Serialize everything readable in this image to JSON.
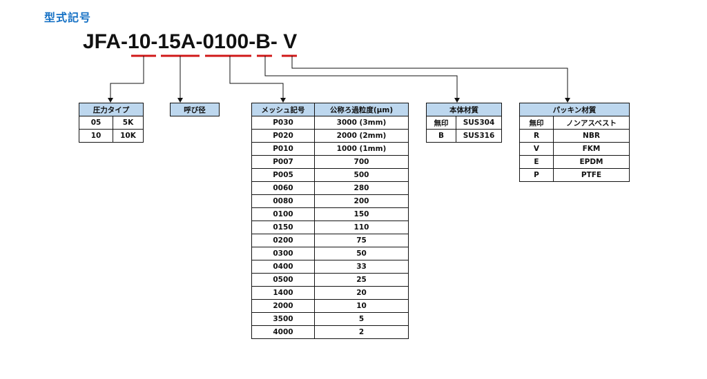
{
  "section_title": "型式記号",
  "model": {
    "parts": [
      "JFA",
      "-",
      "10",
      "-",
      "15A",
      "-",
      "0100",
      "-",
      "B",
      "-",
      " ",
      "V"
    ]
  },
  "pressure_table": {
    "header": "圧力タイプ",
    "rows": [
      [
        "05",
        "5K"
      ],
      [
        "10",
        "10K"
      ]
    ]
  },
  "nominal_table": {
    "header": "呼び径"
  },
  "mesh_table": {
    "headers": [
      "メッシュ記号",
      "公称ろ過粒度(μm)"
    ],
    "rows": [
      [
        "P030",
        "3000 (3mm)"
      ],
      [
        "P020",
        "2000 (2mm)"
      ],
      [
        "P010",
        "1000 (1mm)"
      ],
      [
        "P007",
        "700"
      ],
      [
        "P005",
        "500"
      ],
      [
        "0060",
        "280"
      ],
      [
        "0080",
        "200"
      ],
      [
        "0100",
        "150"
      ],
      [
        "0150",
        "110"
      ],
      [
        "0200",
        "75"
      ],
      [
        "0300",
        "50"
      ],
      [
        "0400",
        "33"
      ],
      [
        "0500",
        "25"
      ],
      [
        "1400",
        "20"
      ],
      [
        "2000",
        "10"
      ],
      [
        "3500",
        "5"
      ],
      [
        "4000",
        "2"
      ]
    ]
  },
  "body_table": {
    "header": "本体材質",
    "rows": [
      [
        "無印",
        "SUS304"
      ],
      [
        "B",
        "SUS316"
      ]
    ]
  },
  "packing_table": {
    "header": "パッキン材質",
    "rows": [
      [
        "無印",
        "ノンアスベスト"
      ],
      [
        "R",
        "NBR"
      ],
      [
        "V",
        "FKM"
      ],
      [
        "E",
        "EPDM"
      ],
      [
        "P",
        "PTFE"
      ]
    ]
  },
  "colors": {
    "underline": "#d01818",
    "header_bg": "#bdd7ee",
    "title": "#1470c4"
  }
}
